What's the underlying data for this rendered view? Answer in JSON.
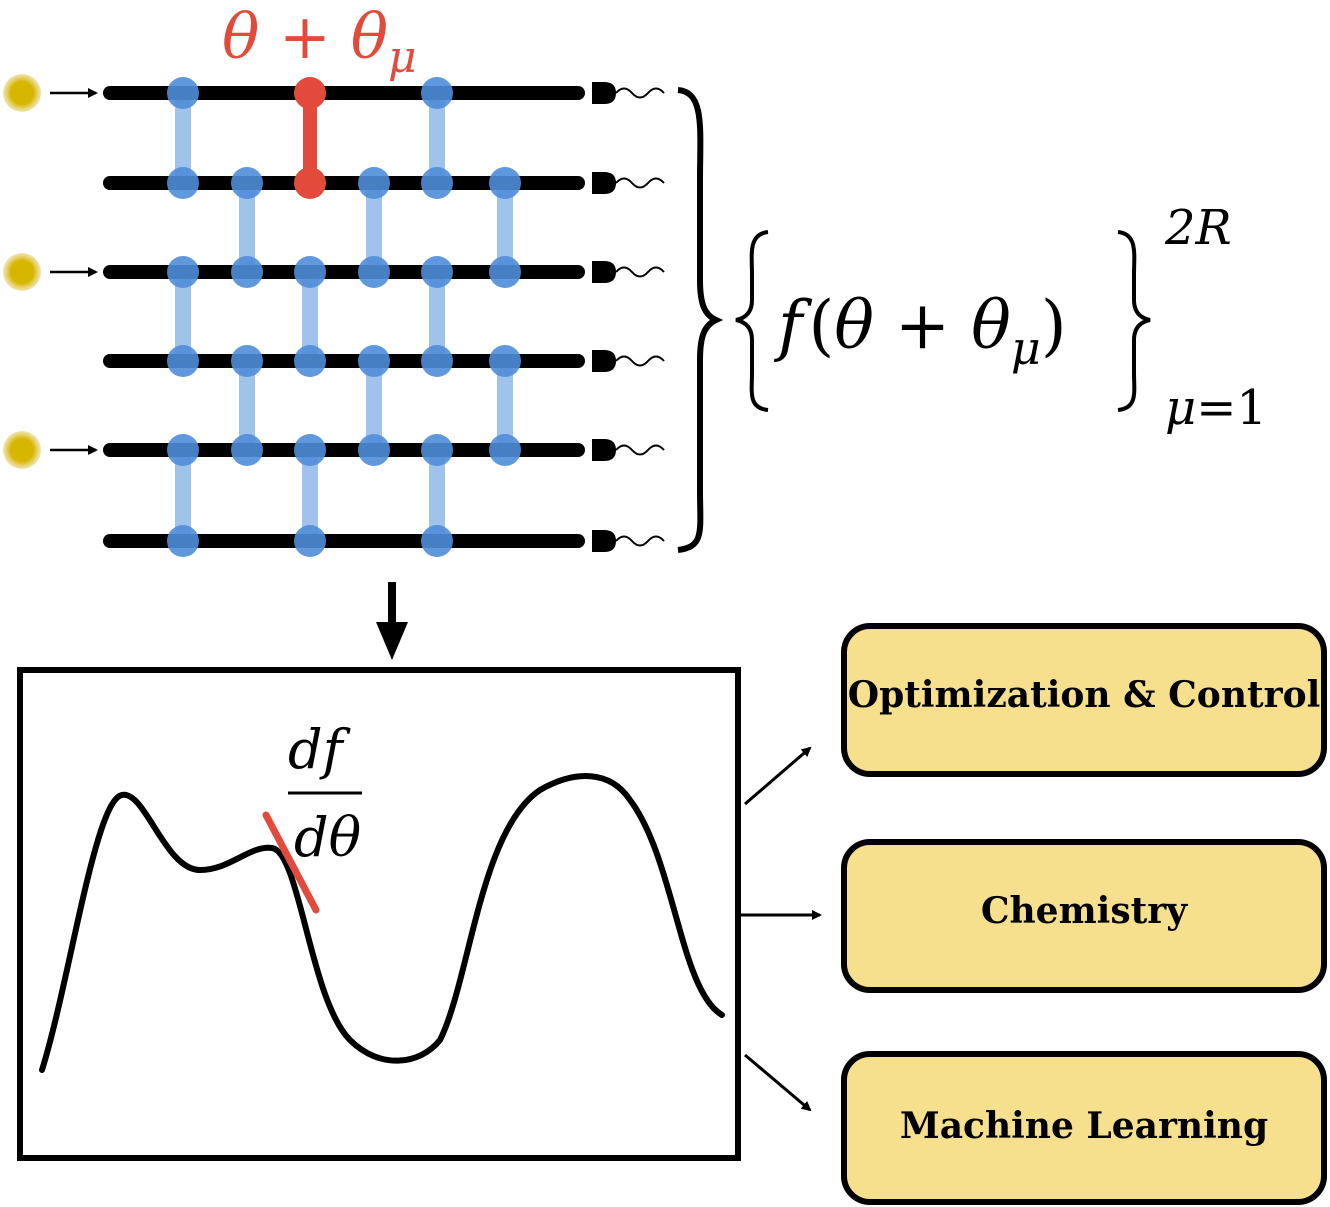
{
  "colors": {
    "wire": "#000000",
    "coupler": "#9fc3ea",
    "node": "#4f8dd9",
    "highlight": "#e24b3b",
    "photon": "#d6b600",
    "app_fill": "#f6e08e",
    "tangent": "#e24b3b"
  },
  "circuit": {
    "shift_label_base": "θ + θ",
    "shift_label_sub": "μ",
    "photon_inputs": [
      0,
      2,
      4
    ],
    "detectors": 6,
    "connect_icon": "wavy-detector-icon"
  },
  "outputs": {
    "f_label": "f",
    "arg_base": "θ + θ",
    "arg_sub": "μ",
    "superscript": "2R",
    "subscript_var": "μ",
    "subscript_eq": "=1"
  },
  "plot": {
    "deriv_num": "df",
    "deriv_den": "dθ",
    "arrow_icon": "down-arrow-icon"
  },
  "applications": [
    {
      "label": "Optimization & Control"
    },
    {
      "label": "Chemistry"
    },
    {
      "label": "Machine Learning"
    }
  ]
}
